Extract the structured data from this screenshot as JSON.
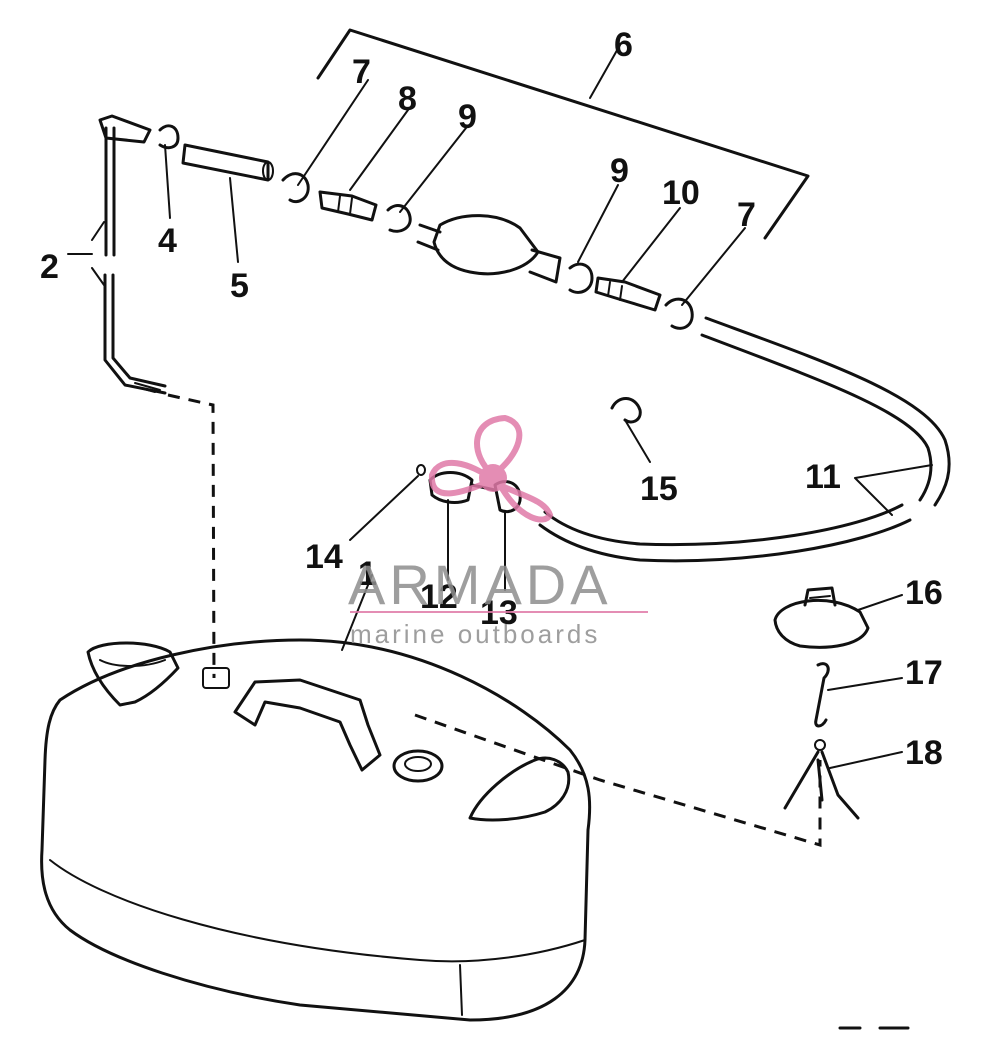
{
  "diagram": {
    "labels": {
      "p1": "1",
      "p2": "2",
      "p4": "4",
      "p5": "5",
      "p6": "6",
      "p7a": "7",
      "p7b": "7",
      "p8": "8",
      "p9a": "9",
      "p9b": "9",
      "p10": "10",
      "p11": "11",
      "p12": "12",
      "p13": "13",
      "p14": "14",
      "p15": "15",
      "p16": "16",
      "p17": "17",
      "p18": "18"
    }
  },
  "watermark": {
    "brand": "ARMADA",
    "tagline": "marine outboards",
    "accent_color": "#e07aa8"
  }
}
